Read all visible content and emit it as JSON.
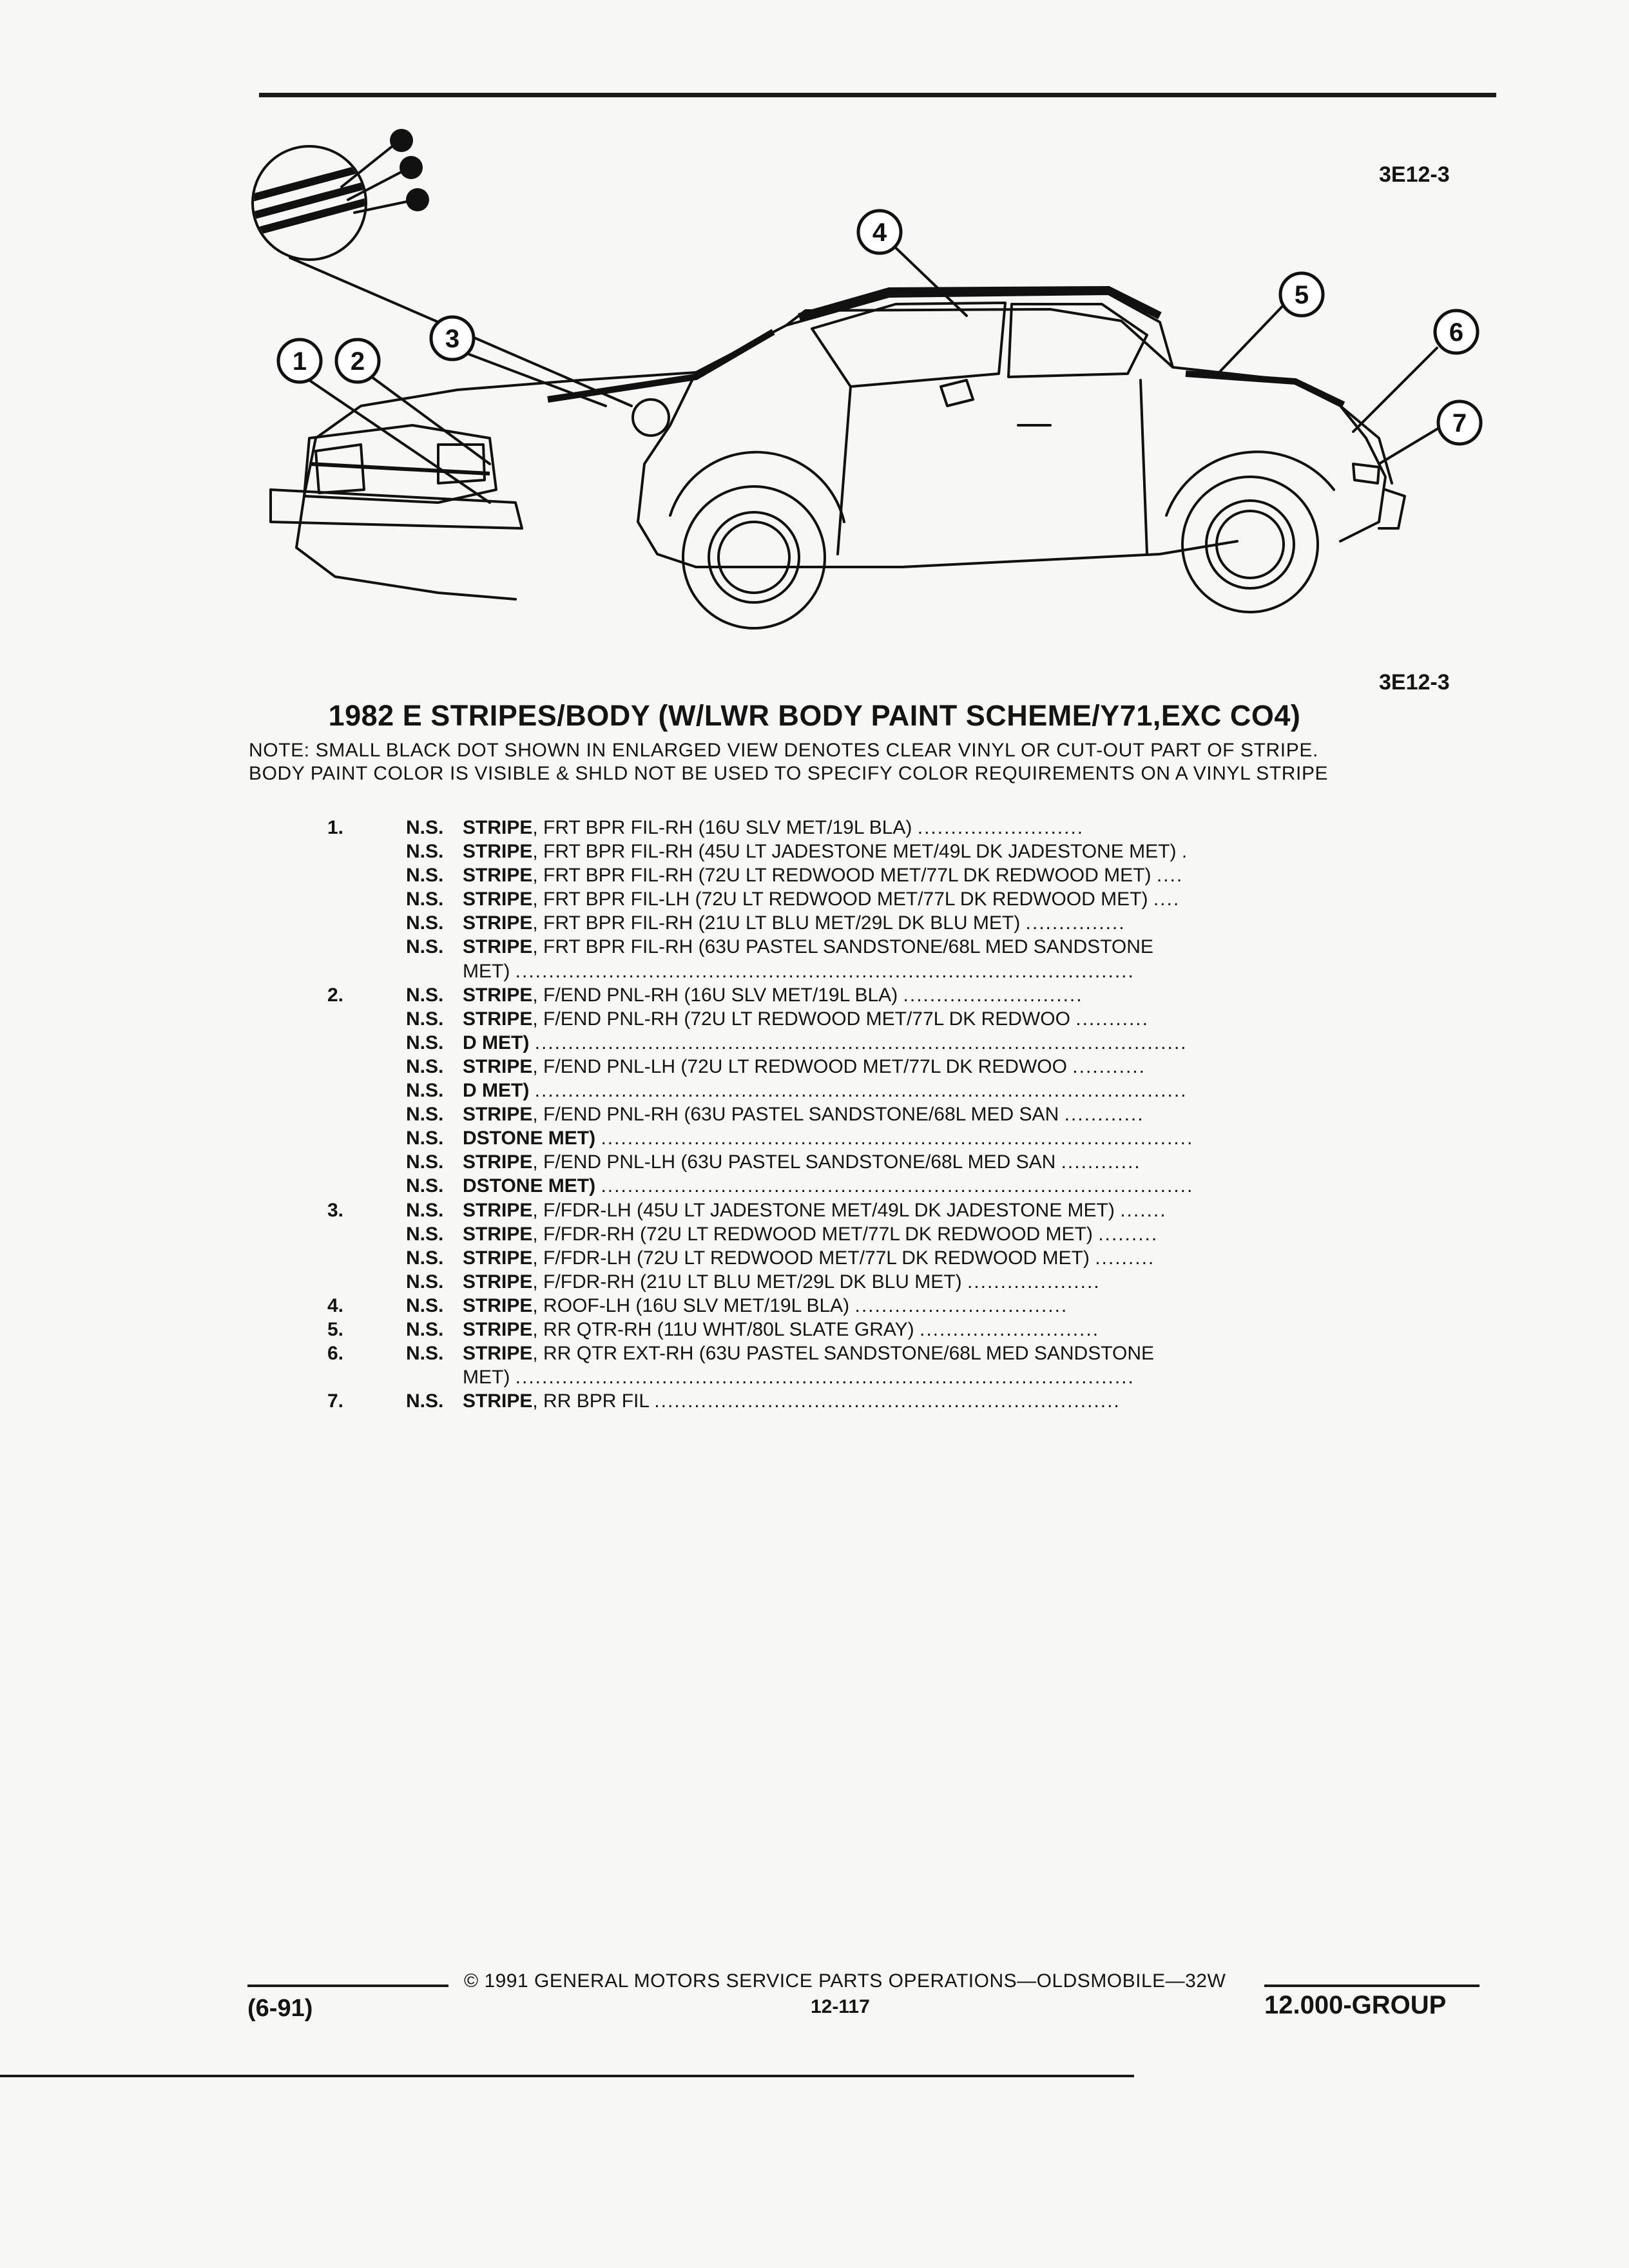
{
  "header": {
    "ref_top": "3E12-3",
    "ref_bottom": "3E12-3"
  },
  "callouts": [
    "1",
    "2",
    "3",
    "4",
    "5",
    "6",
    "7"
  ],
  "title": "1982 E STRIPES/BODY (W/LWR BODY PAINT SCHEME/Y71,EXC CO4)",
  "note_line1": "NOTE:  SMALL BLACK DOT SHOWN IN ENLARGED VIEW DENOTES CLEAR VINYL OR CUT-OUT PART OF STRIPE.",
  "note_line2": "BODY PAINT COLOR IS VISIBLE & SHLD NOT BE USED TO SPECIFY COLOR REQUIREMENTS ON A VINYL STRIPE",
  "parts": [
    {
      "num": "1.",
      "ns": "N.S.",
      "name": "STRIPE",
      "desc": ", FRT BPR FIL-RH (16U SLV MET/19L BLA)",
      "dots": "........................."
    },
    {
      "num": "",
      "ns": "N.S.",
      "name": "STRIPE",
      "desc": ", FRT BPR FIL-RH (45U LT JADESTONE MET/49L DK JADESTONE MET)",
      "dots": "."
    },
    {
      "num": "",
      "ns": "N.S.",
      "name": "STRIPE",
      "desc": ", FRT BPR FIL-RH (72U LT REDWOOD MET/77L DK REDWOOD MET)",
      "dots": "...."
    },
    {
      "num": "",
      "ns": "N.S.",
      "name": "STRIPE",
      "desc": ", FRT BPR FIL-LH (72U LT REDWOOD MET/77L DK REDWOOD MET)",
      "dots": "...."
    },
    {
      "num": "",
      "ns": "N.S.",
      "name": "STRIPE",
      "desc": ", FRT BPR FIL-RH (21U LT BLU MET/29L DK BLU MET)",
      "dots": "..............."
    },
    {
      "num": "",
      "ns": "N.S.",
      "name": "STRIPE",
      "desc": ", FRT BPR FIL-RH (63U PASTEL SANDSTONE/68L MED SANDSTONE",
      "dots": ""
    },
    {
      "num": "",
      "ns": "",
      "name": "",
      "desc": "MET)",
      "dots": "............................................................................................."
    },
    {
      "num": "2.",
      "ns": "N.S.",
      "name": "STRIPE",
      "desc": ", F/END PNL-RH (16U SLV MET/19L BLA)",
      "dots": "..........................."
    },
    {
      "num": "",
      "ns": "N.S.",
      "name": "STRIPE",
      "desc": ", F/END PNL-RH (72U LT REDWOOD MET/77L DK REDWOO",
      "dots": "..........."
    },
    {
      "num": "",
      "ns": "N.S.",
      "name": "D MET)",
      "desc": "",
      "dots": ".................................................................................................."
    },
    {
      "num": "",
      "ns": "N.S.",
      "name": "STRIPE",
      "desc": ", F/END PNL-LH (72U LT REDWOOD MET/77L DK REDWOO",
      "dots": "..........."
    },
    {
      "num": "",
      "ns": "N.S.",
      "name": "D MET)",
      "desc": "",
      "dots": ".................................................................................................."
    },
    {
      "num": "",
      "ns": "N.S.",
      "name": "STRIPE",
      "desc": ", F/END PNL-RH (63U PASTEL SANDSTONE/68L MED SAN",
      "dots": "............"
    },
    {
      "num": "",
      "ns": "N.S.",
      "name": "DSTONE MET)",
      "desc": "",
      "dots": "........................................................................................."
    },
    {
      "num": "",
      "ns": "N.S.",
      "name": "STRIPE",
      "desc": ", F/END PNL-LH (63U PASTEL SANDSTONE/68L MED SAN",
      "dots": "............"
    },
    {
      "num": "",
      "ns": "N.S.",
      "name": "DSTONE MET)",
      "desc": "",
      "dots": "........................................................................................."
    },
    {
      "num": "3.",
      "ns": "N.S.",
      "name": "STRIPE",
      "desc": ", F/FDR-LH (45U LT JADESTONE MET/49L DK JADESTONE MET)",
      "dots": "......."
    },
    {
      "num": "",
      "ns": "N.S.",
      "name": "STRIPE",
      "desc": ", F/FDR-RH (72U LT REDWOOD MET/77L DK REDWOOD MET)",
      "dots": "........."
    },
    {
      "num": "",
      "ns": "N.S.",
      "name": "STRIPE",
      "desc": ", F/FDR-LH (72U LT REDWOOD MET/77L DK REDWOOD MET)",
      "dots": "........."
    },
    {
      "num": "",
      "ns": "N.S.",
      "name": "STRIPE",
      "desc": ", F/FDR-RH (21U LT BLU MET/29L DK BLU MET)",
      "dots": "...................."
    },
    {
      "num": "4.",
      "ns": "N.S.",
      "name": "STRIPE",
      "desc": ", ROOF-LH (16U SLV MET/19L BLA)",
      "dots": "................................"
    },
    {
      "num": "5.",
      "ns": "N.S.",
      "name": "STRIPE",
      "desc": ", RR QTR-RH (11U WHT/80L SLATE GRAY)",
      "dots": "..........................."
    },
    {
      "num": "6.",
      "ns": "N.S.",
      "name": "STRIPE",
      "desc": ", RR QTR EXT-RH (63U PASTEL SANDSTONE/68L MED SANDSTONE",
      "dots": ""
    },
    {
      "num": "",
      "ns": "",
      "name": "",
      "desc": "MET)",
      "dots": "............................................................................................."
    },
    {
      "num": "7.",
      "ns": "N.S.",
      "name": "STRIPE",
      "desc": ", RR BPR FIL",
      "dots": "......................................................................"
    }
  ],
  "footer": {
    "date": "(6-91)",
    "copyright": "©  1991  GENERAL MOTORS SERVICE PARTS OPERATIONS—OLDSMOBILE—32W",
    "page": "12-117",
    "group": "12.000-GROUP"
  }
}
